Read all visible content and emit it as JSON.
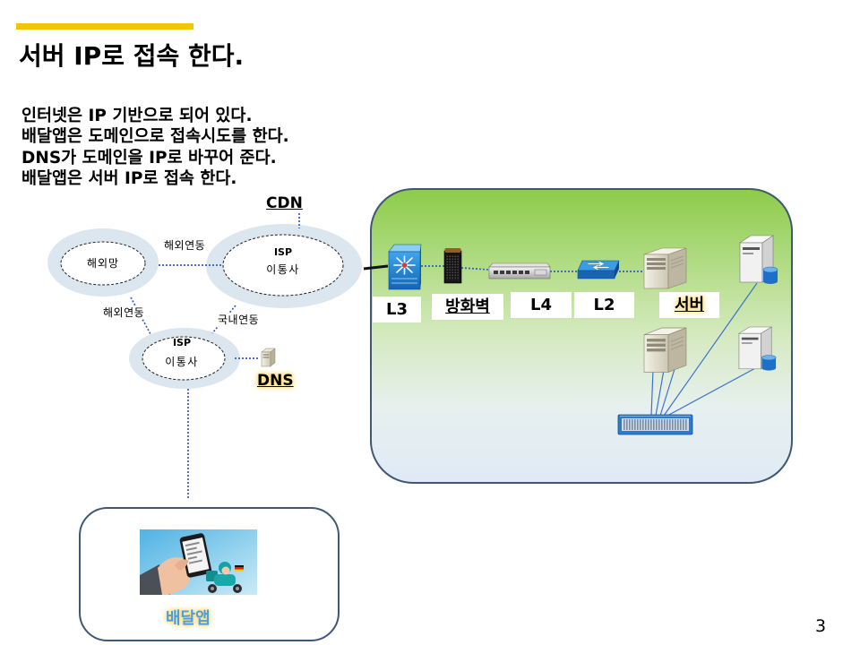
{
  "slide": {
    "accent_color": "#f5c400",
    "title": "서버 IP로 접속 한다.",
    "bullets": [
      "인터넷은 IP 기반으로 되어 있다.",
      "배달앱은 도메인으로 접속시도를 한다.",
      "DNS가 도메인을 IP로 바꾸어 준다.",
      "배달앱은 서버 IP로 접속 한다."
    ],
    "page_number": "3"
  },
  "network": {
    "link_color": "#2f5fc8",
    "cloud_color": "#dbe6ef",
    "cdn": {
      "label": "CDN"
    },
    "overseas_cloud": {
      "label": "해외망"
    },
    "isp_top_cloud": {
      "line1": "ISP",
      "line2": "이통사"
    },
    "isp_bottom_cloud": {
      "line1": "ISP",
      "line2": "이통사"
    },
    "links": {
      "overseas_to_isp_top": "해외연동",
      "overseas_to_isp_bottom": "해외연동",
      "isp_top_to_isp_bottom": "국내연동"
    },
    "dns": {
      "label": "DNS",
      "icon": "server-icon"
    }
  },
  "datacenter": {
    "gradient_top_color": "#8dcc4a",
    "gradient_bottom_color": "#dfeaf6",
    "border_color": "#3f5873",
    "devices": [
      {
        "label": "L3",
        "icon": "l3-switch-icon"
      },
      {
        "label": "방화벽",
        "icon": "firewall-icon"
      },
      {
        "label": "L4",
        "icon": "l4-switch-icon"
      },
      {
        "label": "L2",
        "icon": "l2-switch-icon"
      },
      {
        "label": "서버",
        "icon": "server-tower-icon"
      }
    ],
    "other_icons": [
      "database-server-icon",
      "database-server-icon",
      "server-tower-icon",
      "storage-array-icon"
    ]
  },
  "app": {
    "label": "배달앱",
    "illustration": "delivery-app-illustration"
  }
}
